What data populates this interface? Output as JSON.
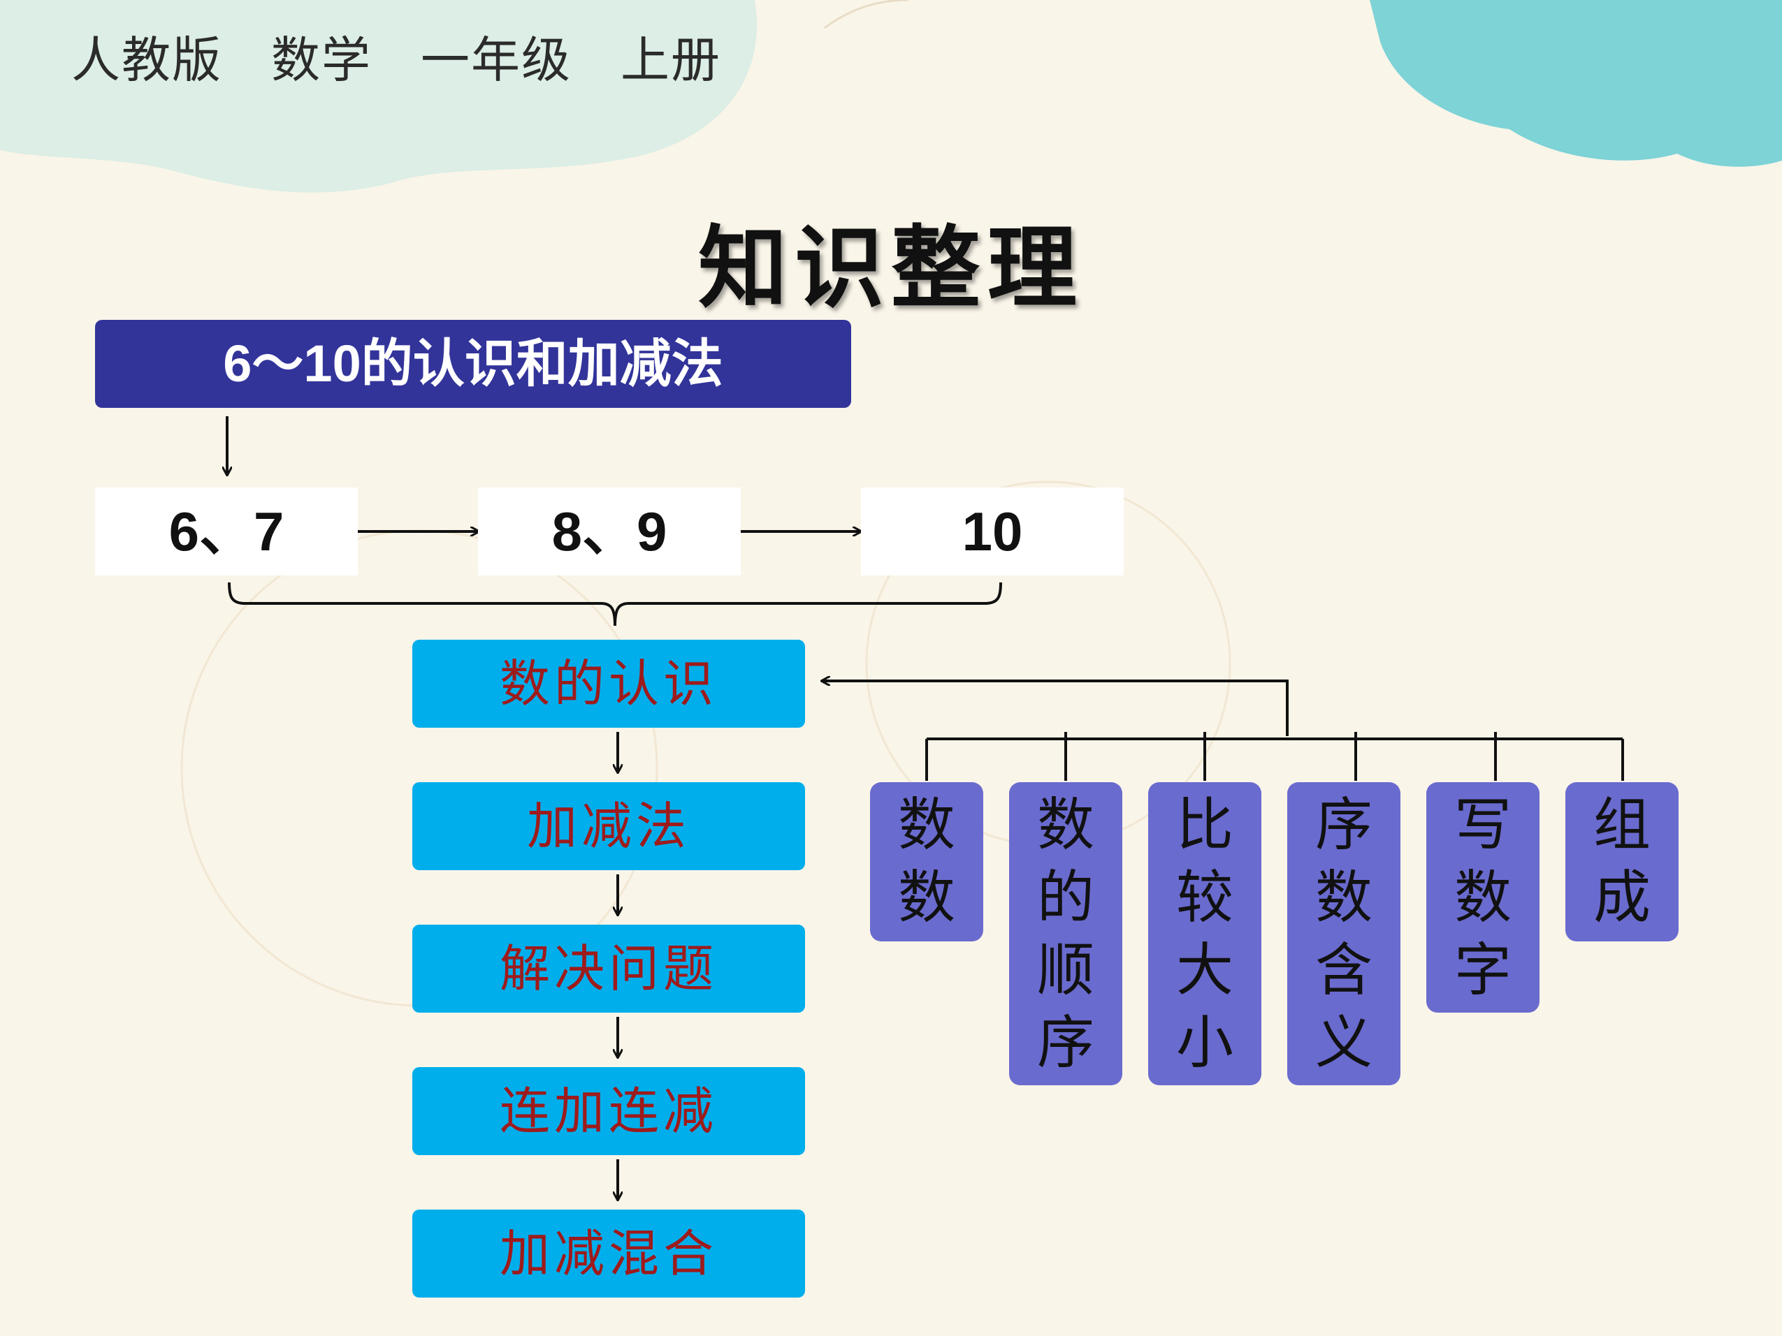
{
  "header": {
    "edition": "人教版",
    "subject": "数学",
    "grade": "一年级",
    "volume": "上册"
  },
  "title": "知识整理",
  "main_topic": "6～10的认识和加减法",
  "number_groups": [
    "6、7",
    "8、9",
    "10"
  ],
  "steps": [
    "数的认识",
    "加减法",
    "解决问题",
    "连加连减",
    "加减混合"
  ],
  "sub_topics": [
    {
      "chars": [
        "数",
        "数"
      ]
    },
    {
      "chars": [
        "数",
        "的",
        "顺",
        "序"
      ]
    },
    {
      "chars": [
        "比",
        "较",
        "大",
        "小"
      ]
    },
    {
      "chars": [
        "序",
        "数",
        "含",
        "义"
      ]
    },
    {
      "chars": [
        "写",
        "数",
        "字"
      ]
    },
    {
      "chars": [
        "组",
        "成"
      ]
    }
  ],
  "colors": {
    "background": "#faf5e9",
    "main_topic": "#32349a",
    "step": "#00aeec",
    "step_text": "#9e1b1b",
    "sub_topic": "#6a6bcf",
    "cloud_teal": "#7dd3d6"
  }
}
